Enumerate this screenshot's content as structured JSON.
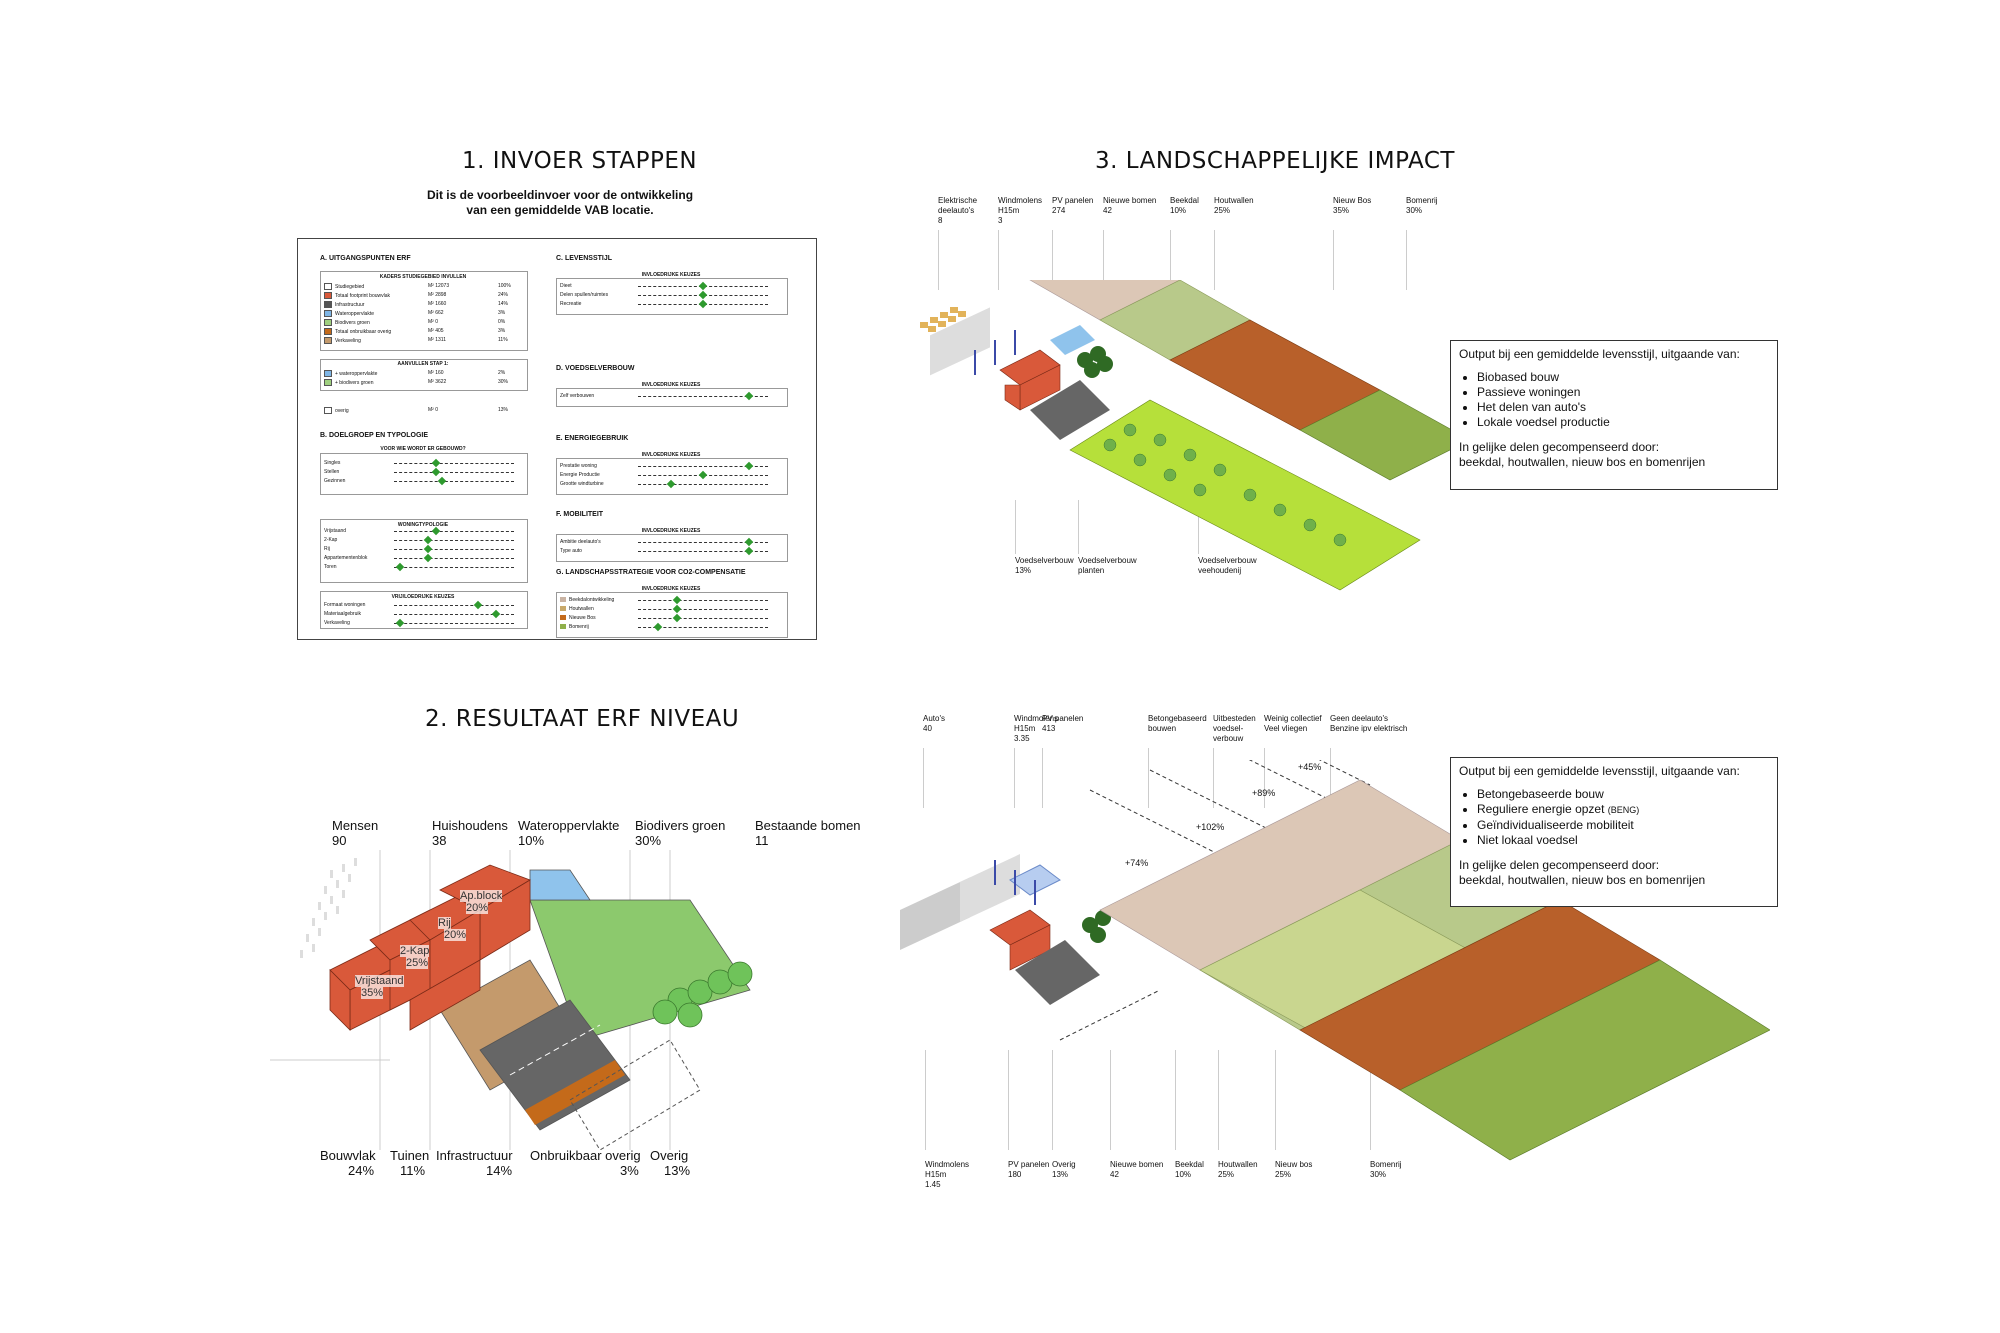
{
  "section1": {
    "title": "1. INVOER STAPPEN",
    "subtitle_line1": "Dit is de voorbeeldinvoer voor de ontwikkeling",
    "subtitle_line2": "van een gemiddelde VAB locatie.",
    "panel": {
      "a_title": "A. UITGANGSPUNTEN ERF",
      "a_head": "KADERS STUDIEGEBIED INVULLEN",
      "a_rows": [
        {
          "label": "Studiegebied",
          "value": "M² 12073",
          "pct": "100%",
          "color": "#ffffff"
        },
        {
          "label": "Totaal footprint bouwvlak",
          "value": "M² 2898",
          "pct": "24%",
          "color": "#d9593a"
        },
        {
          "label": "Infrastructuur",
          "value": "M² 1660",
          "pct": "14%",
          "color": "#555555"
        },
        {
          "label": "Wateroppervlakte",
          "value": "M² 662",
          "pct": "3%",
          "color": "#7fb6e6"
        },
        {
          "label": "Biodivers groen",
          "value": "M² 0",
          "pct": "0%",
          "color": "#9fd07f"
        },
        {
          "label": "Totaal onbruikbaar overig",
          "value": "M² 405",
          "pct": "3%",
          "color": "#c46a1a"
        },
        {
          "label": "Verkaveling",
          "value": "M² 1311",
          "pct": "11%",
          "color": "#c49a6c"
        }
      ],
      "a_head2": "AANVULLEN STAP 1:",
      "a_rows2": [
        {
          "label": "+ wateroppervlakte",
          "value": "M² 160",
          "pct": "2%",
          "color": "#7fb6e6"
        },
        {
          "label": "+ biodivers groen",
          "value": "M² 3622",
          "pct": "30%",
          "color": "#9fd07f"
        }
      ],
      "a_overig": {
        "label": "overig",
        "value": "M² 0",
        "pct": "13%"
      },
      "b_title": "B. DOELGROEP EN TYPOLOGIE",
      "b_head": "VOOR WIE WORDT ER GEBOUWD?",
      "b_rows": [
        {
          "label": "Singles",
          "pos": 0.35
        },
        {
          "label": "Stellen",
          "pos": 0.35
        },
        {
          "label": "Gezinnen",
          "pos": 0.4
        }
      ],
      "b_head2": "WONINGTYPOLOGIE",
      "b_rows2": [
        {
          "label": "Vrijstaand",
          "pos": 0.35
        },
        {
          "label": "2-Kap",
          "pos": 0.28
        },
        {
          "label": "Rij",
          "pos": 0.28
        },
        {
          "label": "Appartementenblok",
          "pos": 0.28
        },
        {
          "label": "Toren",
          "pos": 0.05
        }
      ],
      "b_head3": "VRIJ/LOEDRIJKE KEUZES",
      "b_rows3": [
        {
          "label": "Formaat woningen",
          "pos": 0.7
        },
        {
          "label": "Materiaalgebruik",
          "pos": 0.85
        },
        {
          "label": "Verkaveling",
          "pos": 0.05
        }
      ],
      "c_title": "C. LEVENSSTIJL",
      "c_head": "INVLOEDRIJKE KEUZES",
      "c_rows": [
        {
          "label": "Dieet",
          "pos": 0.5
        },
        {
          "label": "Delen spullen/ruimtes",
          "pos": 0.5
        },
        {
          "label": "Recreatie",
          "pos": 0.5
        }
      ],
      "d_title": "D. VOEDSELVERBOUW",
      "d_head": "INVLOEDRIJKE KEUZES",
      "d_rows": [
        {
          "label": "Zelf verbouwen",
          "pos": 0.85
        }
      ],
      "e_title": "E. ENERGIEGEBRUIK",
      "e_head": "INVLOEDRIJKE KEUZES",
      "e_rows": [
        {
          "label": "Prestatie woning",
          "pos": 0.85
        },
        {
          "label": "Energie Productie",
          "pos": 0.5
        },
        {
          "label": "Grootte windturbine",
          "pos": 0.25
        }
      ],
      "f_title": "F. MOBILITEIT",
      "f_head": "INVLOEDRIJKE KEUZES",
      "f_rows": [
        {
          "label": "Ambitie deelauto's",
          "pos": 0.85
        },
        {
          "label": "Type auto",
          "pos": 0.85
        }
      ],
      "g_title": "G. LANDSCHAPSSTRATEGIE VOOR CO2-COMPENSATIE",
      "g_head": "INVLOEDRIJKE KEUZES",
      "g_rows": [
        {
          "label": "Beekdalontwikkeling",
          "pos": 0.3,
          "color": "#c9b3a3"
        },
        {
          "label": "Houtwallen",
          "pos": 0.3,
          "color": "#c9a96a"
        },
        {
          "label": "Nieuwe Bos",
          "pos": 0.3,
          "color": "#c46a1a"
        },
        {
          "label": "Bomenrij",
          "pos": 0.15,
          "color": "#8fb04a"
        }
      ]
    }
  },
  "section2": {
    "title": "2. RESULTAAT ERF NIVEAU",
    "top_labels": [
      {
        "name": "Mensen",
        "value": "90"
      },
      {
        "name": "Huishoudens",
        "value": "38"
      },
      {
        "name": "Wateroppervlakte",
        "value": "10%"
      },
      {
        "name": "Biodivers groen",
        "value": "30%"
      },
      {
        "name": "Bestaande bomen",
        "value": "11"
      }
    ],
    "house_labels": [
      {
        "name": "Ap.block",
        "value": "20%"
      },
      {
        "name": "Rij",
        "value": "20%"
      },
      {
        "name": "2-Kap",
        "value": "25%"
      },
      {
        "name": "Vrijstaand",
        "value": "35%"
      }
    ],
    "bottom_labels": [
      {
        "name": "Bouwvlak",
        "value": "24%"
      },
      {
        "name": "Tuinen",
        "value": "11%"
      },
      {
        "name": "Infrastructuur",
        "value": "14%"
      },
      {
        "name": "Onbruikbaar overig",
        "value": "3%"
      },
      {
        "name": "Overig",
        "value": "13%"
      }
    ]
  },
  "section3": {
    "title": "3. LANDSCHAPPELIJKE IMPACT",
    "top_labels": [
      "Elektrische\ndeelauto's\n8",
      "Windmolens\nH15m\n3",
      "PV panelen\n274",
      "Nieuwe bomen\n42",
      "Beekdal\n10%",
      "Houtwallen\n25%",
      "Nieuw Bos\n35%",
      "Bomenrij\n30%"
    ],
    "mid_labels": [
      "Voedselverbouw\n13%",
      "Voedselverbouw\nplanten",
      "Voedselverbouw\nveehoudenij"
    ],
    "output1": {
      "title": "Output bij een gemiddelde levensstijl, uitgaande van:",
      "items": [
        "Biobased bouw",
        "Passieve woningen",
        "Het delen van auto's",
        "Lokale voedsel productie"
      ],
      "footer1": "In gelijke delen gecompenseerd door:",
      "footer2": "beekdal, houtwallen, nieuw bos en bomenrijen"
    },
    "top_labels2": [
      "Auto's\n40",
      "Windmolens\nH15m\n3.35",
      "PV panelen\n413",
      "Betongebaseerd\nbouwen",
      "Uitbesteden\nvoedsel-\nverbouw",
      "Weinig collectief\nVeel vliegen",
      "Geen deelauto's\nBenzine ipv elektrisch"
    ],
    "pct_labels": [
      "+45%",
      "+89%",
      "+102%",
      "+74%"
    ],
    "output2": {
      "title": "Output bij een gemiddelde levensstijl, uitgaande van:",
      "items": [
        "Betongebaseerde bouw",
        "Reguliere energie opzet",
        "Geïndividualiseerde mobiliteit",
        "Niet lokaal voedsel"
      ],
      "item2_suffix": "(BENG)",
      "footer1": "In gelijke delen gecompenseerd door:",
      "footer2": "beekdal, houtwallen, nieuw bos en bomenrijen"
    },
    "bottom_labels2": [
      "Windmolens\nH15m\n1.45",
      "PV panelen\n180",
      "Overig\n13%",
      "Nieuwe bomen\n42",
      "Beekdal\n10%",
      "Houtwallen\n25%",
      "Nieuw bos\n25%",
      "Bomenrij\n30%"
    ]
  },
  "colors": {
    "house": "#d9593a",
    "road": "#666666",
    "water": "#8fc3ec",
    "green": "#8cc96d",
    "lime": "#b6e03a",
    "brown": "#b8602a",
    "olive": "#8fb04a",
    "beige": "#dcc7b6",
    "orange": "#c46a1a"
  }
}
